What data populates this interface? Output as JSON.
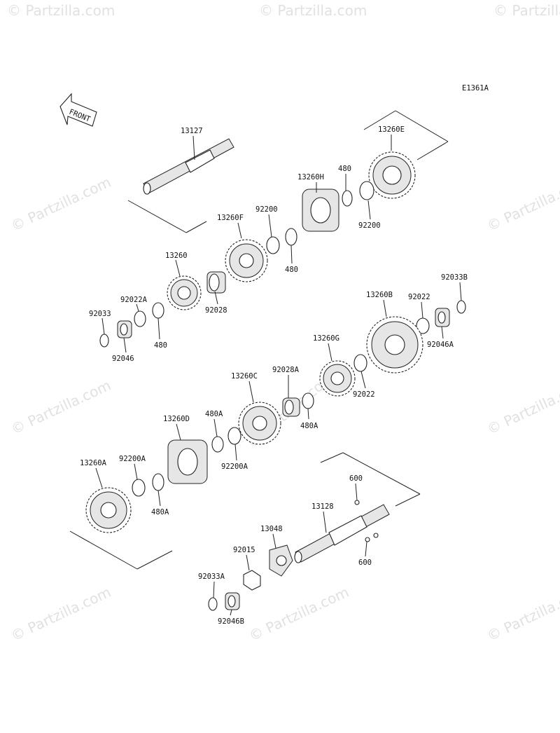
{
  "diagram_code": "E1361A",
  "front_label": "FRONT",
  "watermark_text": "© Partzilla.com",
  "labels": {
    "p13127": "13127",
    "p13260E": "13260E",
    "p480_a": "480",
    "p13260H": "13260H",
    "p92200_a": "92200",
    "p92200_b": "92200",
    "p13260F": "13260F",
    "p480_b": "480",
    "p13260": "13260",
    "p92028": "92028",
    "p92022A": "92022A",
    "p92033": "92033",
    "p480_c": "480",
    "p92046": "92046",
    "p13260B": "13260B",
    "p92022_a": "92022",
    "p92033B": "92033B",
    "p92046A": "92046A",
    "p13260G": "13260G",
    "p92022_b": "92022",
    "p13260C": "13260C",
    "p92028A": "92028A",
    "p480A_a": "480A",
    "p13260D": "13260D",
    "p480A_b": "480A",
    "p92200A_a": "92200A",
    "p13260A": "13260A",
    "p92200A_b": "92200A",
    "p480A_c": "480A",
    "p600_a": "600",
    "p13128": "13128",
    "p13048": "13048",
    "p600_b": "600",
    "p92015": "92015",
    "p92033A": "92033A",
    "p92046B": "92046B"
  },
  "colors": {
    "line": "#222222",
    "watermark": "#c9c9c9"
  }
}
